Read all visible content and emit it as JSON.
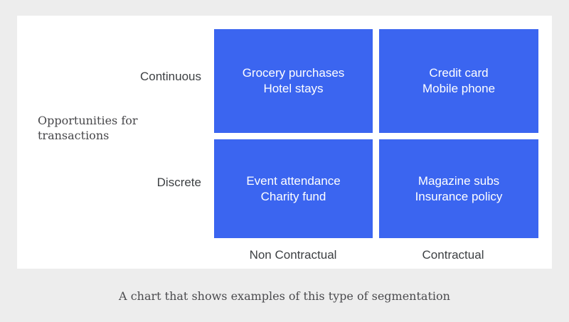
{
  "colors": {
    "page_background": "#ededed",
    "card_background": "#ffffff",
    "cell_background": "#3b65f0",
    "cell_text": "#ffffff",
    "label_text": "#3d4043",
    "serif_text": "#4b4b4e"
  },
  "matrix": {
    "axis_label_line1": "Opportunities for",
    "axis_label_line2": "transactions",
    "row_labels": [
      "Continuous",
      "Discrete"
    ],
    "col_labels": [
      "Non Contractual",
      "Contractual"
    ],
    "cells": [
      {
        "row": "Continuous",
        "col": "Non Contractual",
        "line1": "Grocery purchases",
        "line2": "Hotel stays"
      },
      {
        "row": "Continuous",
        "col": "Contractual",
        "line1": "Credit card",
        "line2": "Mobile phone"
      },
      {
        "row": "Discrete",
        "col": "Non Contractual",
        "line1": "Event attendance",
        "line2": "Charity fund"
      },
      {
        "row": "Discrete",
        "col": "Contractual",
        "line1": "Magazine subs",
        "line2": "Insurance policy"
      }
    ]
  },
  "caption": "A chart that shows examples of this type of segmentation"
}
